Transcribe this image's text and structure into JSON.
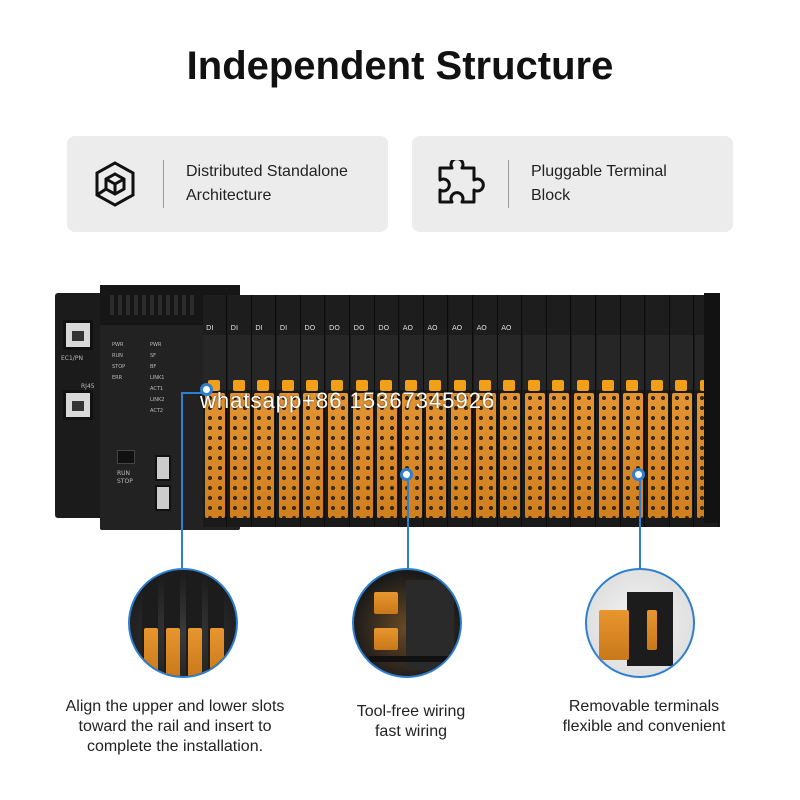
{
  "title": "Independent Structure",
  "features": [
    {
      "icon": "cube-icon",
      "line1": "Distributed Standalone",
      "line2": "Architecture"
    },
    {
      "icon": "puzzle-piece-icon",
      "line1": "Pluggable Terminal",
      "line2": "Block"
    }
  ],
  "device": {
    "ports": [
      "EC1/PN",
      "RJ45"
    ],
    "leds_left": [
      "PWR",
      "RUN",
      "STOP",
      "ERR"
    ],
    "leds_right": [
      "PWR",
      "SF",
      "BF",
      "LINK1",
      "ACT1",
      "LINK2",
      "ACT2"
    ],
    "switch_labels": [
      "RUN",
      "STOP"
    ],
    "module_tags": [
      "DI",
      "DI",
      "DI",
      "DI",
      "DO",
      "DO",
      "DO",
      "DO",
      "AO",
      "AO",
      "AO",
      "AO",
      "AO",
      "",
      "",
      "",
      "",
      "",
      "",
      "",
      ""
    ]
  },
  "watermark": "whatsapp+86 15367345926",
  "details": [
    {
      "lines": [
        "Align the upper and lower slots",
        "toward the rail and insert to",
        "complete the installation."
      ]
    },
    {
      "lines": [
        "Tool-free wiring",
        "fast wiring"
      ]
    },
    {
      "lines": [
        "Removable terminals",
        "flexible and convenient"
      ]
    }
  ],
  "colors": {
    "accent": "#2f7fd0",
    "terminal_orange": "#e08a2a",
    "card_bg": "#ececec"
  }
}
